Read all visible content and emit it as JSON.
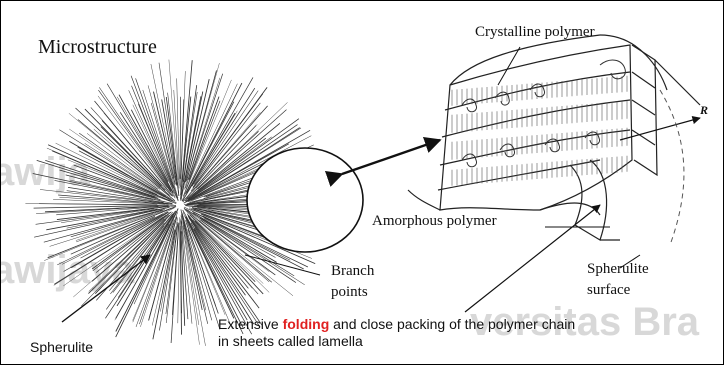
{
  "labels": {
    "title": "Microstructure",
    "crystalline": "Crystalline polymer",
    "r_axis": "R",
    "amorphous": "Amorphous polymer",
    "branch_line1": "Branch",
    "branch_line2": "points",
    "surface_line1": "Spherulite",
    "surface_line2": "surface",
    "spherulite": "Spherulite",
    "caption_pre": "Extensive ",
    "caption_highlight": "folding",
    "caption_post": " and close packing of the polymer chain",
    "caption_line2": "in sheets called lamella"
  },
  "colors": {
    "highlight": "#e02020",
    "watermark": "#d8d8d8"
  },
  "watermark": {
    "left_fragment_1": "awija",
    "left_fragment_2": "awijaya",
    "right_fragment": "versitas Bra"
  }
}
